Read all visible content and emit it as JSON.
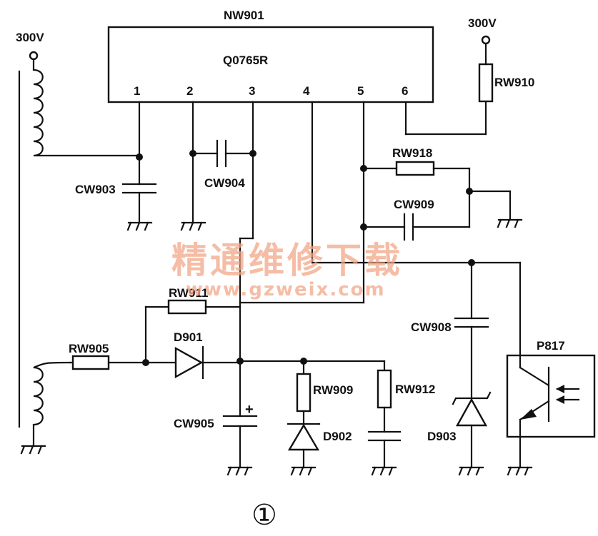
{
  "ic": {
    "ref": "NW901",
    "part": "Q0765R",
    "pins": [
      "1",
      "2",
      "3",
      "4",
      "5",
      "6"
    ]
  },
  "supply": {
    "left": "300V",
    "right": "300V"
  },
  "resistors": {
    "rw910": "RW910",
    "rw918": "RW918",
    "rw911": "RW911",
    "rw905": "RW905",
    "rw909": "RW909",
    "rw912": "RW912"
  },
  "capacitors": {
    "cw903": "CW903",
    "cw904": "CW904",
    "cw909": "CW909",
    "cw908": "CW908",
    "cw905": "CW905"
  },
  "diodes": {
    "d901": "D901",
    "d902": "D902",
    "d903": "D903"
  },
  "optocoupler": "P817",
  "polarity": "+",
  "watermark": {
    "chinese": "精通维修下载",
    "url": "www.gzweix.com"
  },
  "figure_number": "①"
}
